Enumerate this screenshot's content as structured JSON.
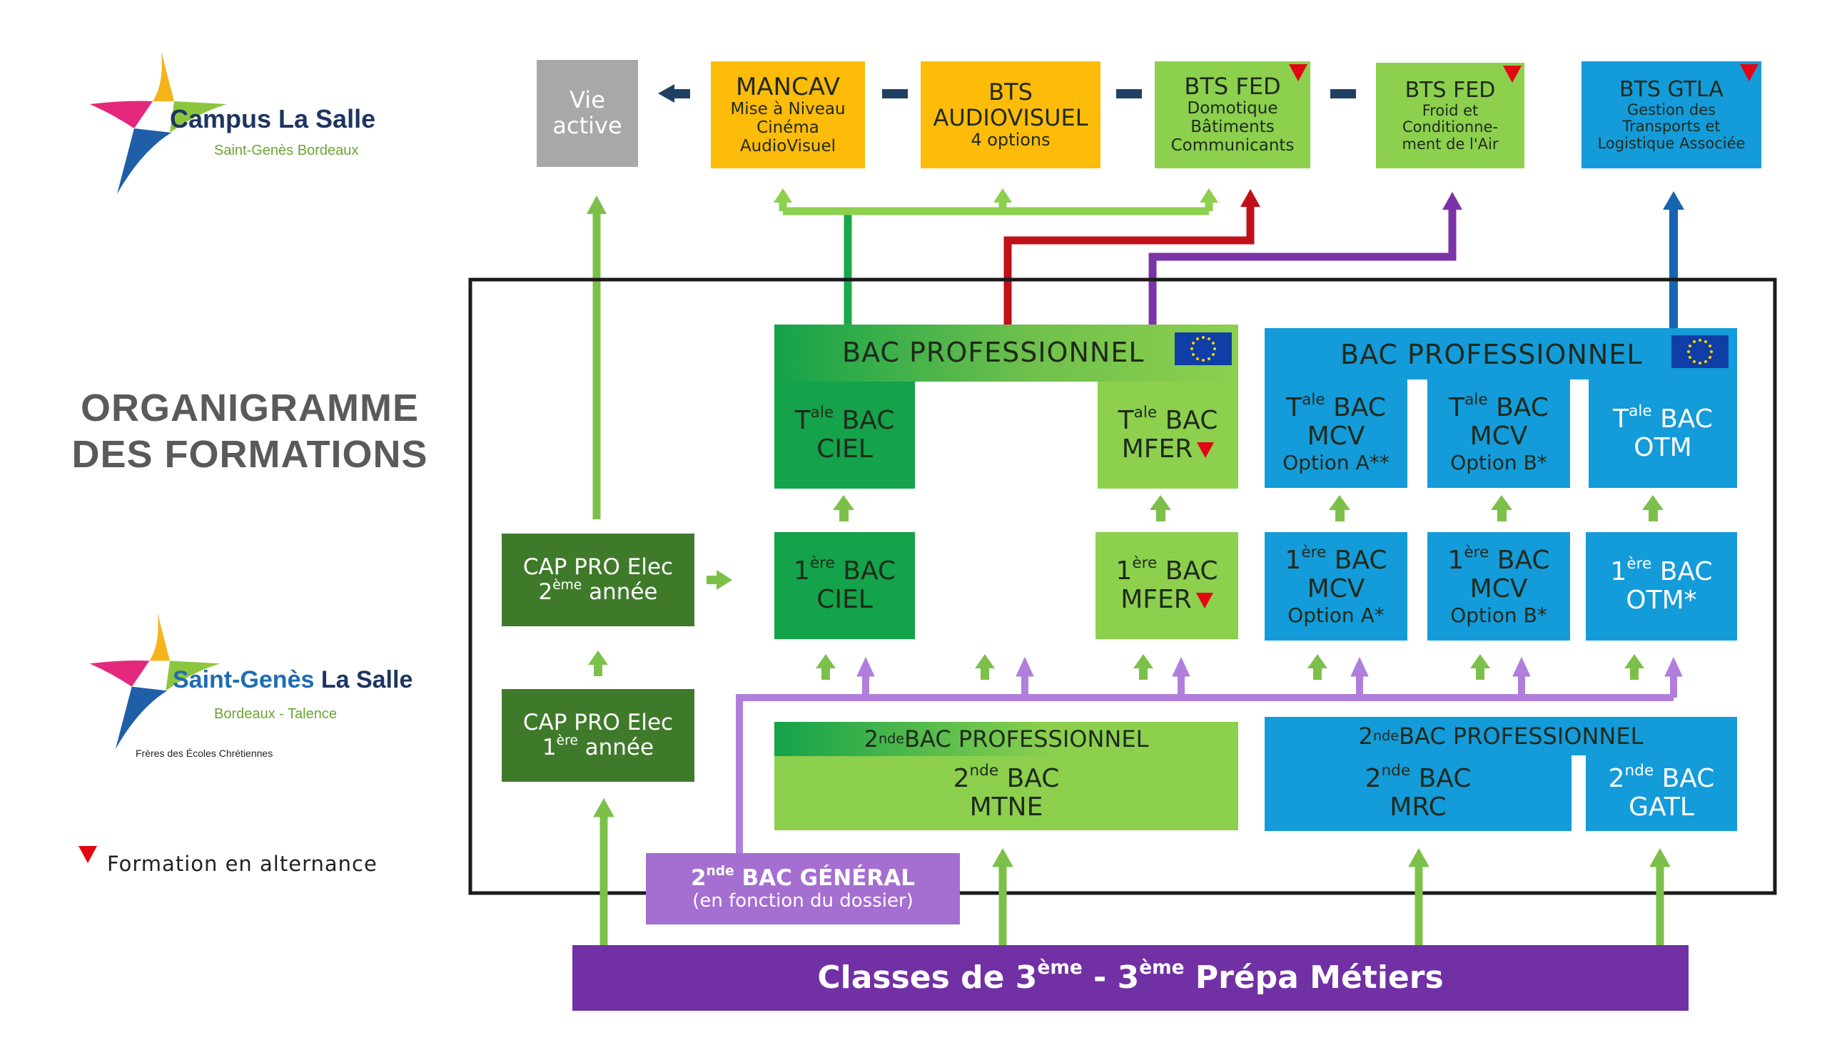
{
  "header": {
    "title_line1": "ORGANIGRAMME",
    "title_line2": "DES FORMATIONS",
    "logo1": {
      "name": "Campus La Salle",
      "sub": "Saint-Genès Bordeaux"
    },
    "logo2": {
      "name_a": "Saint-Genès",
      "name_b": "La Salle",
      "sub": "Bordeaux - Talence",
      "motto": "Frères des Écoles Chrétiennes"
    },
    "legend": "Formation en alternance"
  },
  "top_row": {
    "vie": {
      "line1": "Vie",
      "line2": "active"
    },
    "mancav": {
      "title": "MANCAV",
      "l2": "Mise à Niveau",
      "l3": "Cinéma",
      "l4": "AudioVisuel"
    },
    "bts_av": {
      "l1": "BTS",
      "l2": "AUDIOVISUEL",
      "l3": "4 options"
    },
    "bts_fed_dom": {
      "l1": "BTS FED",
      "l2": "Domotique",
      "l3": "Bâtiments",
      "l4": "Communicants"
    },
    "bts_fed_froid": {
      "l1": "BTS FED",
      "l2": "Froid et",
      "l3": "Conditionne-",
      "l4": "ment de l'Air"
    },
    "bts_gtla": {
      "l1": "BTS GTLA",
      "l2": "Gestion des",
      "l3": "Transports et",
      "l4": "Logistique Associée"
    }
  },
  "green_block": {
    "header": "BAC PROFESSIONNEL",
    "tale_ciel": {
      "pre": "T",
      "sup": "ale",
      "post": " BAC",
      "l2": "CIEL"
    },
    "tale_mfer": {
      "pre": "T",
      "sup": "ale",
      "post": " BAC",
      "l2": "MFER"
    },
    "premiere_ciel": {
      "pre": "1",
      "sup": "ère",
      "post": " BAC",
      "l2": "CIEL"
    },
    "premiere_mfer": {
      "pre": "1",
      "sup": "ère",
      "post": " BAC",
      "l2": "MFER"
    },
    "seconde": {
      "hdr_pre": "2",
      "hdr_sup": "nde",
      "hdr_post": " BAC PROFESSIONNEL",
      "pre": "2",
      "sup": "nde",
      "post": " BAC",
      "l2": "MTNE"
    }
  },
  "blue_block": {
    "header": "BAC PROFESSIONNEL",
    "tale_mcv_a": {
      "pre": "T",
      "sup": "ale",
      "post": " BAC",
      "l2": "MCV",
      "l3": "Option A**"
    },
    "tale_mcv_b": {
      "pre": "T",
      "sup": "ale",
      "post": " BAC",
      "l2": "MCV",
      "l3": "Option B*"
    },
    "tale_otm": {
      "pre": "T",
      "sup": "ale",
      "post": " BAC",
      "l2": "OTM"
    },
    "premiere_mcv_a": {
      "pre": "1",
      "sup": "ère",
      "post": " BAC",
      "l2": "MCV",
      "l3": "Option A*"
    },
    "premiere_mcv_b": {
      "pre": "1",
      "sup": "ère",
      "post": " BAC",
      "l2": "MCV",
      "l3": "Option B*"
    },
    "premiere_otm": {
      "pre": "1",
      "sup": "ère",
      "post": " BAC",
      "l2": "OTM*"
    },
    "seconde": {
      "hdr_pre": "2",
      "hdr_sup": "nde",
      "hdr_post": " BAC PROFESSIONNEL",
      "mrc_pre": "2",
      "mrc_sup": "nde",
      "mrc_post": " BAC",
      "mrc_l2": "MRC",
      "gatl_pre": "2",
      "gatl_sup": "nde",
      "gatl_post": " BAC",
      "gatl_l2": "GATL"
    }
  },
  "cap": {
    "y2": {
      "l1": "CAP PRO Elec",
      "pre": "2",
      "sup": "ème",
      "post": " année"
    },
    "y1": {
      "l1": "CAP PRO Elec",
      "pre": "1",
      "sup": "ère",
      "post": " année"
    }
  },
  "bac_general": {
    "pre": "2",
    "sup": "nde",
    "post": " BAC GÉNÉRAL",
    "l2": "(en fonction du dossier)"
  },
  "footer": {
    "a": "Classes de 3",
    "sup1": "ème",
    "b": " - 3",
    "sup2": "ème",
    "c": " Prépa Métiers"
  },
  "colors": {
    "dark_green": "#3f7a2a",
    "mid_green": "#14a24a",
    "light_green": "#8cd04e",
    "blue": "#149bd9",
    "purple": "#7130a3",
    "light_purple": "#a56ed1",
    "orange": "#fdbb0a",
    "grey": "#a8a8a8",
    "red": "#e30613",
    "navy": "#1f3f63",
    "line_blue": "#1565b0"
  }
}
